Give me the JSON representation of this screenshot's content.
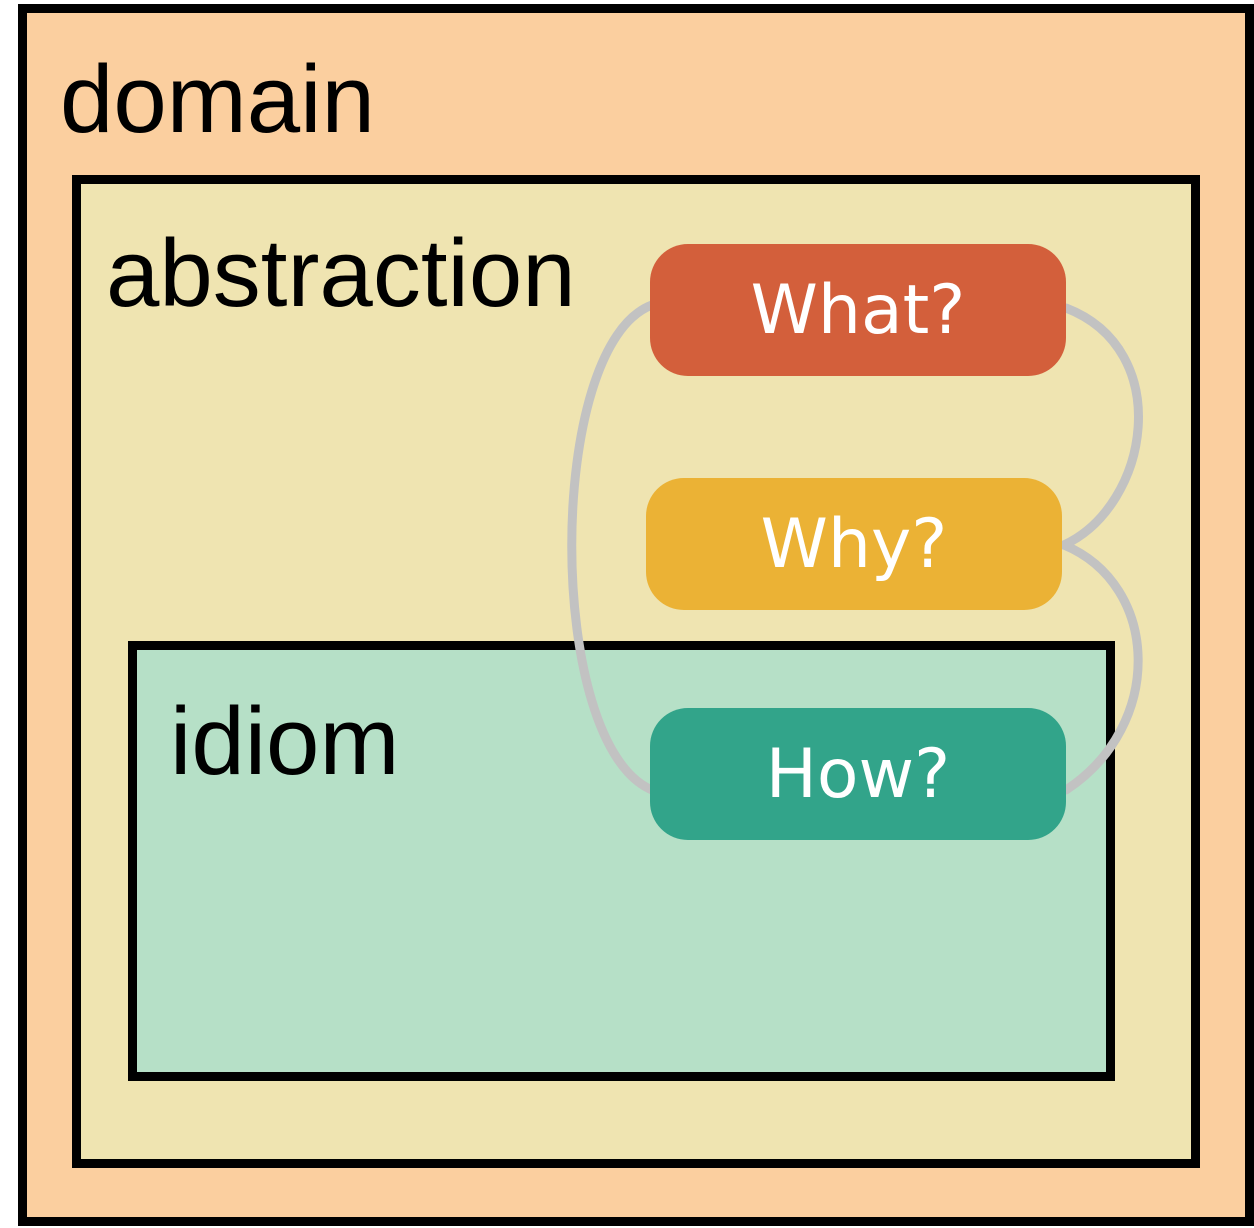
{
  "layers": {
    "domain": "domain",
    "abstraction": "abstraction",
    "idiom": "idiom"
  },
  "questions": [
    {
      "label": "What?",
      "color": "#d35f3b"
    },
    {
      "label": "Why?",
      "color": "#ebb235"
    },
    {
      "label": "How?",
      "color": "#32a48a"
    }
  ],
  "colors": {
    "domain_fill": "#fbcf9f",
    "abstraction_fill": "#efe4b1",
    "idiom_fill": "#b6e0c7",
    "border": "#000000",
    "connector": "#c2c2c2"
  }
}
